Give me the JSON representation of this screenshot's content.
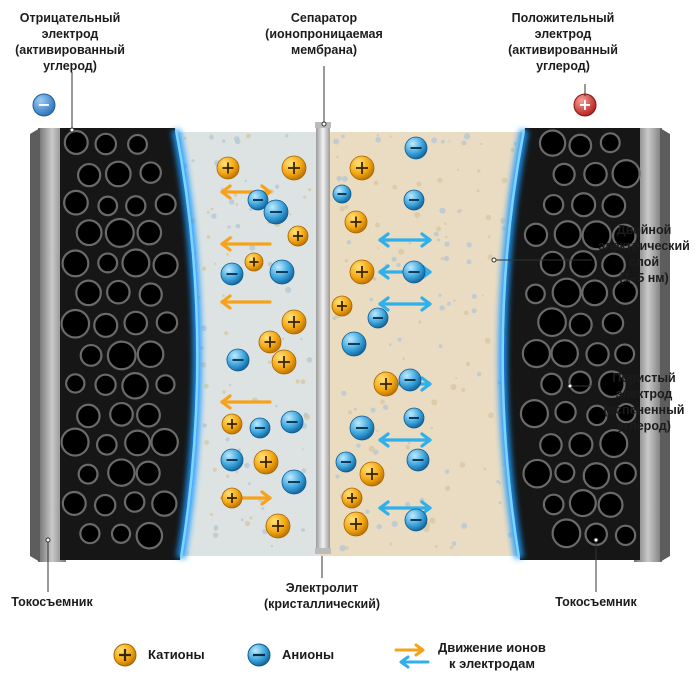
{
  "labels": {
    "neg_electrode": [
      "Отрицательный",
      "электрод",
      "(активированный",
      "углерод)"
    ],
    "separator": [
      "Сепаратор",
      "(ионопроницаемая",
      "мембрана)"
    ],
    "pos_electrode": [
      "Положительный",
      "электрод",
      "(активированный",
      "углерод)"
    ],
    "double_layer": [
      "Двойной",
      "электрический",
      "слой",
      "(1–5 нм)"
    ],
    "porous_electrode": [
      "Пористый",
      "электрод",
      "(вспененный",
      "углерод)"
    ],
    "collector_left": "Токосъемник",
    "collector_right": "Токосъемник",
    "electrolyte": [
      "Электролит",
      "(кристаллический)"
    ]
  },
  "terminals": {
    "minus": "−",
    "plus": "+"
  },
  "legend": {
    "cations": "Катионы",
    "anions": "Анионы",
    "movement": [
      "Движение ионов",
      "к электродам"
    ]
  },
  "colors": {
    "cation": "#f3a712",
    "anion": "#3aa3db",
    "glow": "#1e9bff",
    "arrow_orange": "#f7a21b",
    "arrow_blue": "#2fb0ea",
    "carbon": "#1a1a1a",
    "collector": "#8c8c8c",
    "terminal_minus": "#3d8fd8",
    "terminal_plus": "#d8322d"
  }
}
